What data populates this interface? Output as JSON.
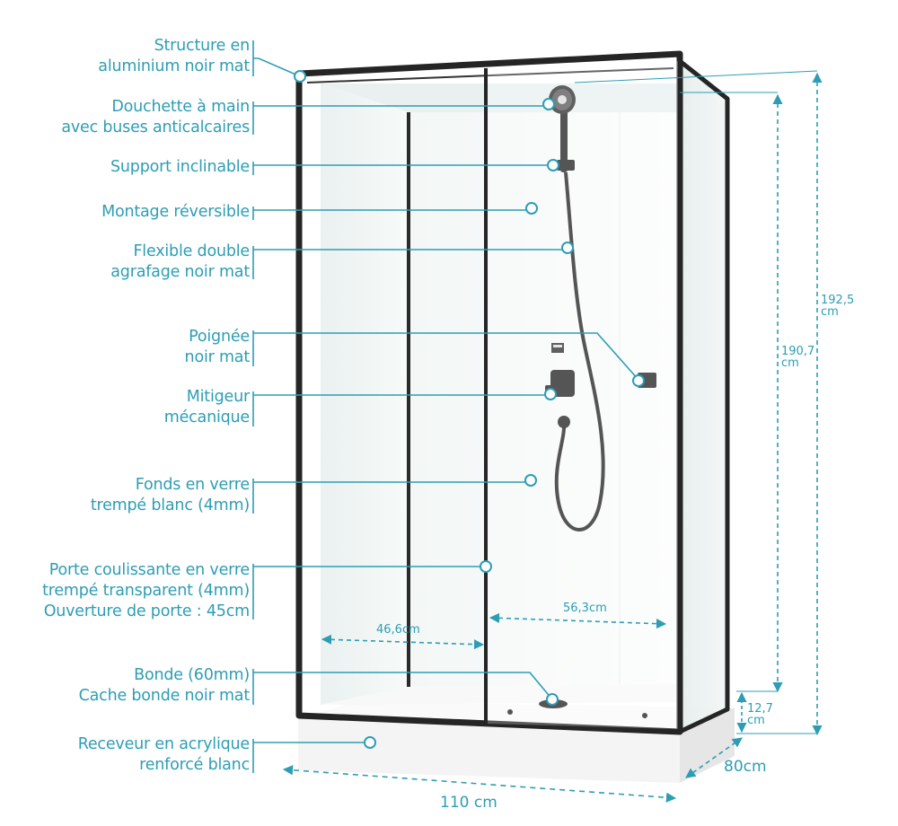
{
  "colors": {
    "accent": "#2e9db4",
    "frame": "#222222",
    "glass": "#eef4f3",
    "panel": "#f4f8f7",
    "tray": "#f2f2f2"
  },
  "callouts": [
    {
      "id": "structure",
      "lines": [
        "Structure en",
        "aluminium noir mat"
      ]
    },
    {
      "id": "douchette",
      "lines": [
        "Douchette à main",
        "avec buses anticalcaires"
      ]
    },
    {
      "id": "support",
      "lines": [
        "Support inclinable"
      ]
    },
    {
      "id": "montage",
      "lines": [
        "Montage réversible"
      ]
    },
    {
      "id": "flexible",
      "lines": [
        "Flexible double",
        "agrafage noir mat"
      ]
    },
    {
      "id": "poignee",
      "lines": [
        "Poignée",
        "noir mat"
      ]
    },
    {
      "id": "mitigeur",
      "lines": [
        "Mitigeur",
        "mécanique"
      ]
    },
    {
      "id": "fonds",
      "lines": [
        "Fonds en verre",
        "trempé blanc (4mm)"
      ]
    },
    {
      "id": "porte",
      "lines": [
        "Porte coulissante en verre",
        "trempé transparent (4mm)",
        "Ouverture de porte : 45cm"
      ]
    },
    {
      "id": "bonde",
      "lines": [
        "Bonde (60mm)",
        "Cache bonde noir mat"
      ]
    },
    {
      "id": "receveur",
      "lines": [
        "Receveur en acrylique",
        "renforcé blanc"
      ]
    }
  ],
  "dimensions": {
    "height_total": [
      "192,5",
      "cm"
    ],
    "height_cabin": [
      "190,7",
      "cm"
    ],
    "height_tray": [
      "12,7",
      "cm"
    ],
    "depth": "80cm",
    "width": "110 cm",
    "door_opening_left": "46,6cm",
    "door_opening_right": "56,3cm"
  }
}
